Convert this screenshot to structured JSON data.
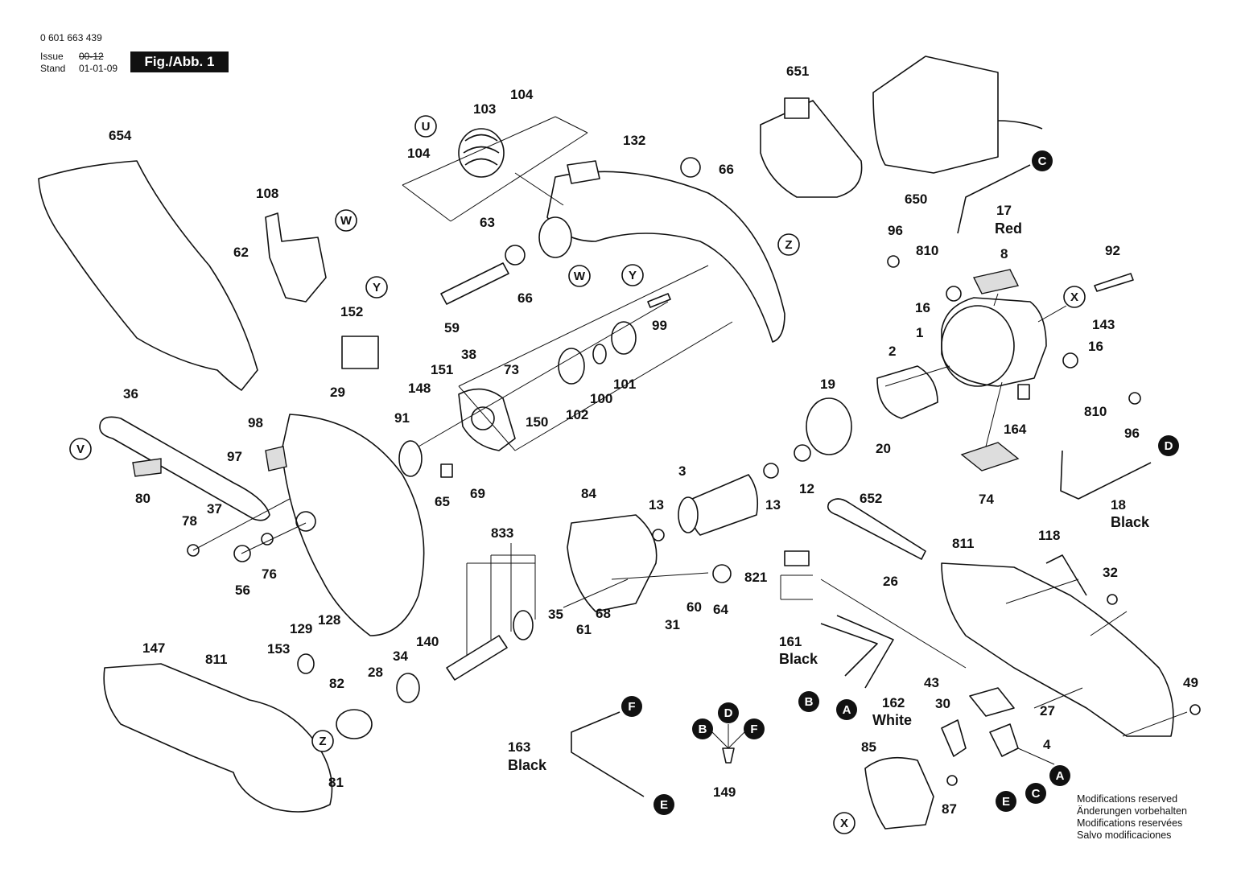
{
  "header": {
    "part_number": "0 601 663 439",
    "issue_label": "Issue",
    "issue_value": "00-12",
    "stand_label": "Stand",
    "stand_value": "01-01-09",
    "figure_label": "Fig./Abb. 1"
  },
  "notice": [
    "Modifications reserved",
    "Änderungen vorbehalten",
    "Modifications reservées",
    "Salvo modificaciones"
  ],
  "wire_labels": {
    "red": "Red",
    "black": "Black",
    "white": "White"
  },
  "connectors": {
    "outline": [
      "U",
      "W",
      "Y",
      "Z",
      "V",
      "X"
    ],
    "filled": [
      "A",
      "B",
      "C",
      "D",
      "E",
      "F"
    ]
  },
  "part_labels": [
    "654",
    "108",
    "62",
    "103",
    "104",
    "132",
    "66",
    "63",
    "59",
    "99",
    "101",
    "651",
    "650",
    "17",
    "96",
    "810",
    "8",
    "92",
    "16",
    "1",
    "143",
    "2",
    "19",
    "20",
    "164",
    "74",
    "18",
    "152",
    "29",
    "38",
    "73",
    "151",
    "148",
    "91",
    "150",
    "102",
    "100",
    "36",
    "98",
    "97",
    "80",
    "65",
    "69",
    "78",
    "37",
    "56",
    "76",
    "84",
    "3",
    "13",
    "12",
    "652",
    "811",
    "118",
    "32",
    "821",
    "26",
    "833",
    "60",
    "64",
    "31",
    "35",
    "61",
    "68",
    "161",
    "162",
    "43",
    "27",
    "30",
    "4",
    "49",
    "147",
    "153",
    "129",
    "128",
    "82",
    "28",
    "34",
    "140",
    "81",
    "163",
    "149",
    "85",
    "87"
  ]
}
